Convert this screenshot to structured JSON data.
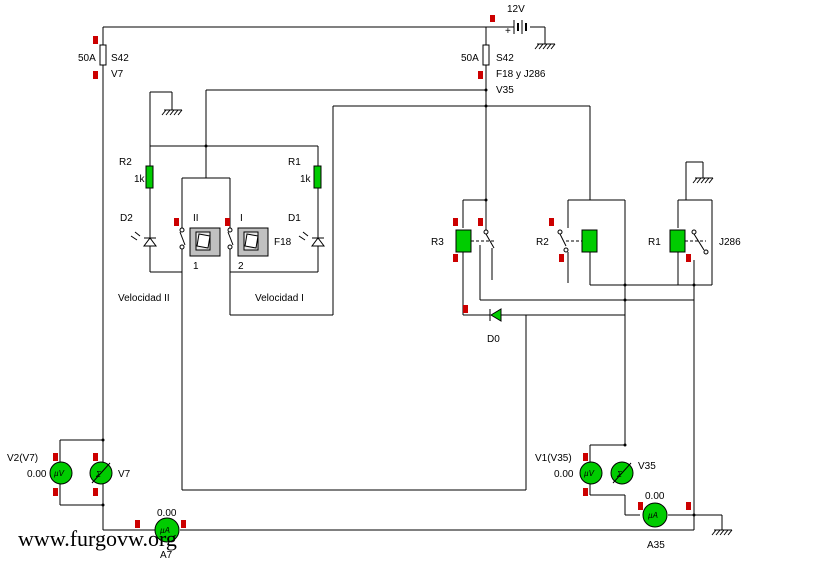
{
  "battery": {
    "label": "12V",
    "plus": "+"
  },
  "fuses": {
    "left": {
      "rating": "50A",
      "name": "S42",
      "node": "V7"
    },
    "right": {
      "rating": "50A",
      "name": "S42",
      "ref": "F18 y J286",
      "node": "V35"
    }
  },
  "resistors": [
    {
      "name": "R2",
      "value": "1k"
    },
    {
      "name": "R1",
      "value": "1k"
    }
  ],
  "diodes": {
    "d2": "D2",
    "d1": "D1",
    "d0": "D0"
  },
  "switches": {
    "pos_ii": "II",
    "pos_i": "I",
    "num1": "1",
    "num2": "2",
    "name": "F18"
  },
  "speed_labels": {
    "speed2": "Velocidad II",
    "speed1": "Velocidad I"
  },
  "relays": [
    {
      "name": "R3"
    },
    {
      "name": "R2"
    },
    {
      "name": "R1"
    },
    {
      "name": "J286"
    }
  ],
  "meters": {
    "v7": {
      "label": "V2(V7)",
      "value": "0.00",
      "name": "V7",
      "unit": "µV"
    },
    "v35": {
      "label": "V1(V35)",
      "value": "0.00",
      "name": "V35",
      "unit": "µV"
    },
    "a7": {
      "value": "0.00",
      "name": "A7",
      "unit": "µA"
    },
    "a35": {
      "value": "0.00",
      "name": "A35",
      "unit": "µA"
    }
  },
  "watermark": "www.furgovw.org",
  "colors": {
    "wire": "#000000",
    "component": "#00cc00",
    "marker": "#cc0000",
    "switch_body": "#c0c0c0"
  }
}
